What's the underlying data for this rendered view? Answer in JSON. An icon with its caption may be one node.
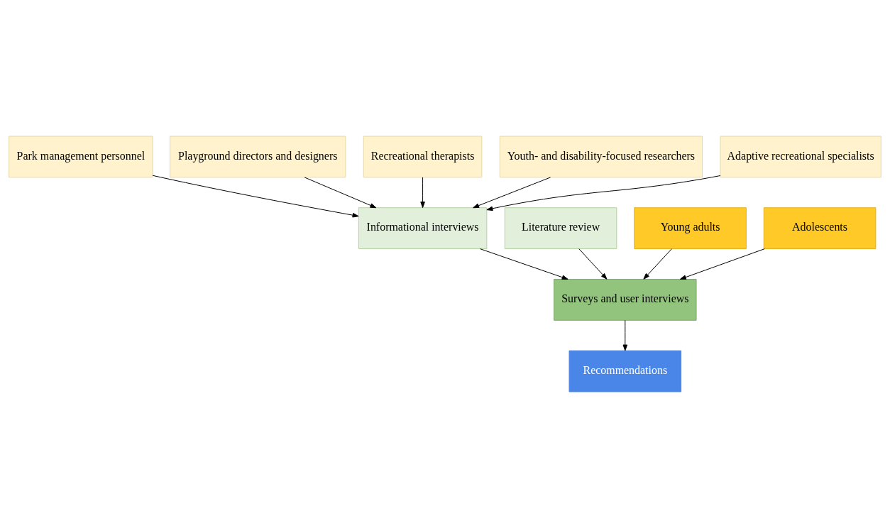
{
  "diagram": {
    "nodes": [
      {
        "text": [
          "Park management personnel"
        ]
      },
      {
        "text": [
          "Playground directors and designers"
        ]
      },
      {
        "text": [
          "Recreational therapists"
        ]
      },
      {
        "text": [
          "Youth- and disability-focused researchers"
        ]
      },
      {
        "text": [
          "Adaptive recreational specialists"
        ]
      },
      {
        "text": [
          "Informational interviews"
        ]
      },
      {
        "text": [
          "Literature review"
        ]
      },
      {
        "text": [
          "Young adults"
        ]
      },
      {
        "text": [
          "Adolescents"
        ]
      },
      {
        "text": [
          "Surveys and user interviews"
        ]
      },
      {
        "text": [
          "Recommendations"
        ]
      }
    ],
    "edges": [
      {
        "from": 4,
        "to": 5,
        "arrow": "to"
      },
      {
        "from": 2,
        "to": 5,
        "arrow": "to"
      },
      {
        "from": 0,
        "to": 5,
        "arrow": "to"
      },
      {
        "from": 1,
        "to": 5,
        "arrow": "to"
      },
      {
        "from": 3,
        "to": 5,
        "arrow": "to"
      },
      {
        "from": 5,
        "to": 9,
        "arrow": "to"
      },
      {
        "from": 6,
        "to": 9,
        "arrow": "to"
      },
      {
        "from": 7,
        "to": 9,
        "arrow": "to"
      },
      {
        "from": 8,
        "to": 9,
        "arrow": "to"
      },
      {
        "from": 9,
        "to": 10,
        "arrow": "to"
      }
    ]
  }
}
